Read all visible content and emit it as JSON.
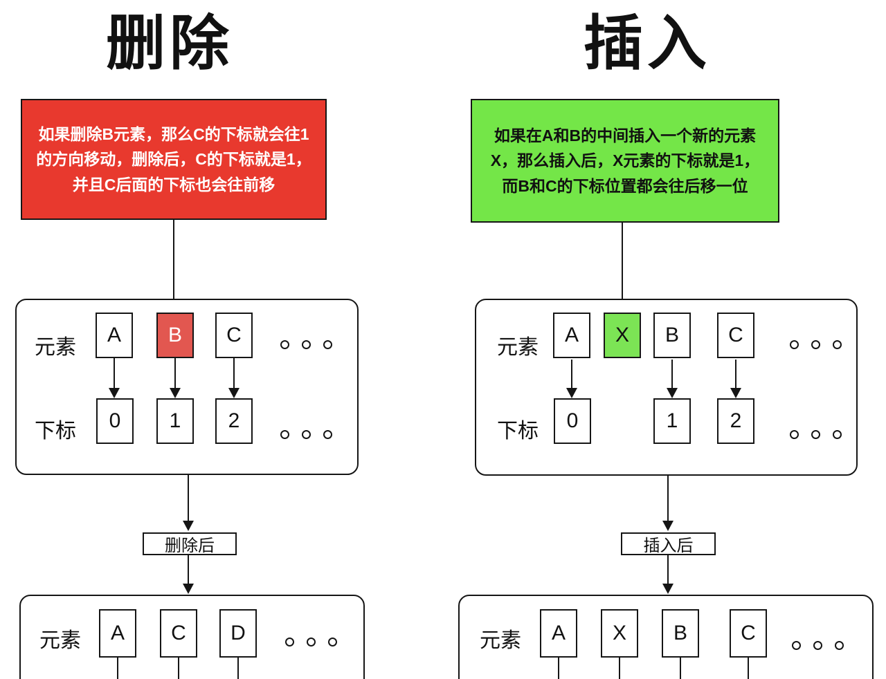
{
  "colors": {
    "delete_note_bg": "#e8392e",
    "delete_highlight_cell_bg": "#e25750",
    "insert_note_bg": "#74e648",
    "insert_highlight_cell_bg": "#7ce455",
    "line_color": "#151515",
    "note_text_on_red": "#ffffff",
    "note_text_on_green": "#111111"
  },
  "icons": {
    "arrow_down": "vertical line with solid triangle arrowhead",
    "ellipsis": "three small hollow dots"
  },
  "delete": {
    "title": "删除",
    "note": "如果删除B元素，那么C的下标就会往1的方向移动，删除后，C的下标就是1，并且C后面的下标也会往前移",
    "stage_label": "删除后",
    "before": {
      "element_row_label": "元素",
      "index_row_label": "下标",
      "elements": [
        {
          "label": "A",
          "highlight": false
        },
        {
          "label": "B",
          "highlight": true
        },
        {
          "label": "C",
          "highlight": false
        }
      ],
      "indices": [
        "0",
        "1",
        "2"
      ]
    },
    "after": {
      "element_row_label": "元素",
      "elements": [
        "A",
        "C",
        "D"
      ]
    }
  },
  "insert": {
    "title": "插入",
    "note": "如果在A和B的中间插入一个新的元素X，那么插入后，X元素的下标就是1，而B和C的下标位置都会往后移一位",
    "stage_label": "插入后",
    "before": {
      "element_row_label": "元素",
      "index_row_label": "下标",
      "elements": [
        {
          "label": "A",
          "highlight": false
        },
        {
          "label": "X",
          "highlight": true
        },
        {
          "label": "B",
          "highlight": false
        },
        {
          "label": "C",
          "highlight": false
        }
      ],
      "indices": [
        "0",
        "1",
        "2"
      ]
    },
    "after": {
      "element_row_label": "元素",
      "elements": [
        "A",
        "X",
        "B",
        "C"
      ]
    }
  }
}
